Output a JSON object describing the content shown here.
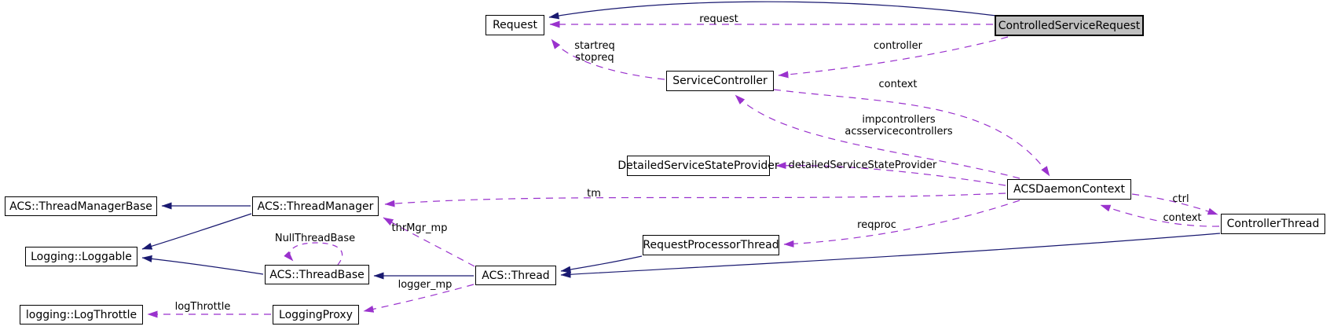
{
  "diagram_type": "collaboration-graph",
  "nodes": {
    "request": "Request",
    "controlled_service_request": "ControlledServiceRequest",
    "service_controller": "ServiceController",
    "detailed_service_state_provider": "DetailedServiceStateProvider",
    "acs_daemon_context": "ACSDaemonContext",
    "controller_thread": "ControllerThread",
    "acs_thread_manager_base": "ACS::ThreadManagerBase",
    "acs_thread_manager": "ACS::ThreadManager",
    "logging_loggable": "Logging::Loggable",
    "acs_thread_base": "ACS::ThreadBase",
    "acs_thread": "ACS::Thread",
    "request_processor_thread": "RequestProcessorThread",
    "logging_log_throttle": "logging::LogThrottle",
    "logging_proxy": "LoggingProxy"
  },
  "edge_labels": {
    "request": "request",
    "controller": "controller",
    "startreq": "startreq",
    "stopreq": "stopreq",
    "context_service_controller": "context",
    "impcontrollers": "impcontrollers",
    "acsservicecontrollers": "acsservicecontrollers",
    "detailed_service_state_provider": "detailedServiceStateProvider",
    "tm": "tm",
    "reqproc": "reqproc",
    "ctrl": "ctrl",
    "context_controller_thread": "context",
    "thrmgr_mp": "thrMgr_mp",
    "null_thread_base": "NullThreadBase",
    "logger_mp": "logger_mp",
    "logthrottle": "logThrottle"
  },
  "colors": {
    "inheritance_edge": "#191970",
    "usage_edge": "#9A32CD",
    "node_background": "#FFFFFF",
    "node_border": "#000000",
    "highlighted_node_background": "#BFBFBF",
    "label_text": "#000000"
  }
}
